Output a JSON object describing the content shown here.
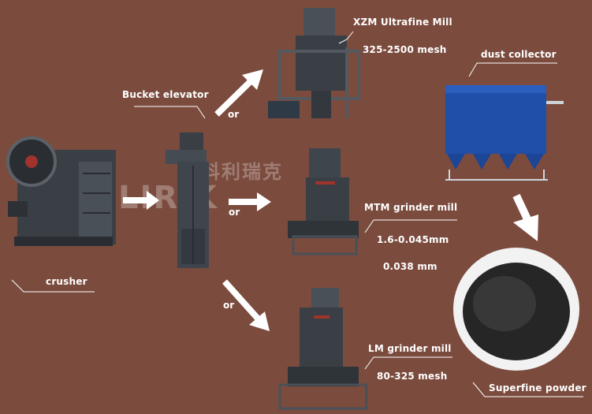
{
  "colors": {
    "background": "#7b4b3e",
    "machine": "#3a3f45",
    "collector": "#1f4fa8",
    "arrow": "#ffffff"
  },
  "labels": {
    "crusher": "crusher",
    "bucket_elevator": "Bucket elevator",
    "xzm_mill": "XZM Ultrafine Mill",
    "xzm_mesh": "325-2500 mesh",
    "mtm_mill": "MTM grinder mill",
    "mtm_size1": "1.6-0.045mm",
    "mtm_size2": "0.038 mm",
    "lm_mill": "LM grinder mill",
    "lm_mesh": "80-325 mesh",
    "dust_collector": "dust collector",
    "superfine_powder": "Superfine powder"
  },
  "connectors": {
    "or_top": "or",
    "or_middle": "or",
    "or_bottom": "or"
  },
  "watermark": {
    "text": "LIRIK",
    "cn": "科利瑞克"
  }
}
